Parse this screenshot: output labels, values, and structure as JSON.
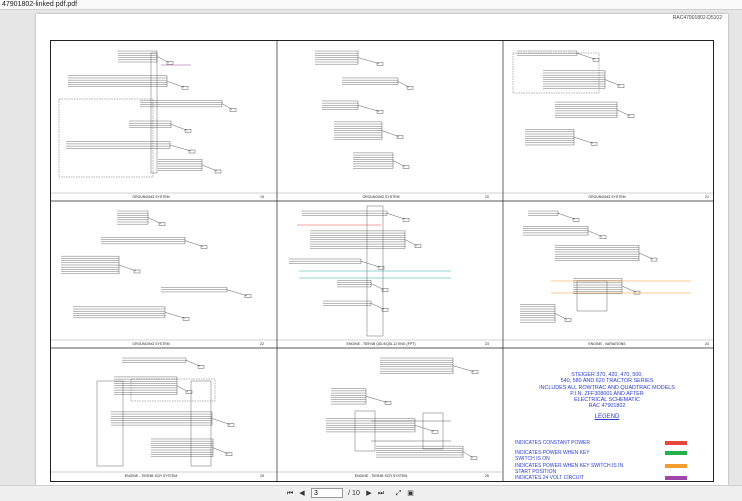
{
  "window": {
    "title": "47901802-linked pdf.pdf"
  },
  "document": {
    "doc_id": "RAC47901802-D5102",
    "panels": [
      {
        "label": "GROUNDING SYSTEM",
        "num": "19"
      },
      {
        "label": "GROUNDING SYSTEM",
        "num": "20"
      },
      {
        "label": "GROUNDING SYSTEM",
        "num": "21"
      },
      {
        "label": "GROUNDING SYSTEM",
        "num": "22"
      },
      {
        "label": "ENGINE - TIER4B QSL9/QSL12 ENG (FPT)",
        "num": "23"
      },
      {
        "label": "ENGINE - VARIATIONS",
        "num": "24"
      },
      {
        "label": "ENGINE - TIER4B SCR SYSTEM",
        "num": "25"
      },
      {
        "label": "ENGINE - TIER4B SCR SYSTEM",
        "num": "26"
      }
    ],
    "title_lines": [
      "STEIGER 370, 420, 470, 500,",
      "540, 580 AND 620 TRACTOR SERIES",
      "INCLUDES ALL ROWTRAC AND QUADTRAC MODELS",
      "P.I.N. ZFF308001 AND AFTER",
      "ELECTRICAL SCHEMATIC",
      "RAC 47901802"
    ],
    "legend": {
      "title": "LEGEND",
      "items": [
        {
          "text": "INDICATES CONSTANT POWER",
          "color": "#e8473f"
        },
        {
          "text": "INDICATES POWER WHEN KEY SWITCH IS ON",
          "color": "#23b14d"
        },
        {
          "text": "INDICATES POWER WHEN KEY SWITCH IS IN START POSITION",
          "color": "#f39c2f"
        },
        {
          "text": "INDICATES 24 VOLT CIRCUIT",
          "color": "#a046a8"
        }
      ]
    }
  },
  "toolbar": {
    "page_current": "3",
    "page_total": "/ 10"
  }
}
